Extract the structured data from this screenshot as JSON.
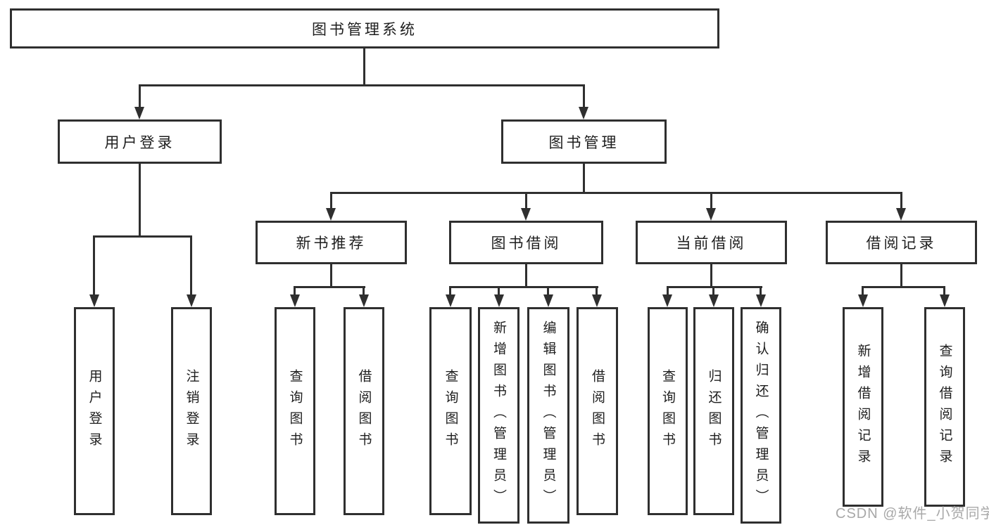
{
  "diagram": {
    "root": {
      "label": "图书管理系统"
    },
    "user_login": {
      "label": "用户登录",
      "children": [
        {
          "label": "用户登录"
        },
        {
          "label": "注销登录"
        }
      ]
    },
    "book_management": {
      "label": "图书管理",
      "sections": [
        {
          "label": "新书推荐",
          "children": [
            {
              "label": "查询图书"
            },
            {
              "label": "借阅图书"
            }
          ]
        },
        {
          "label": "图书借阅",
          "children": [
            {
              "label": "查询图书"
            },
            {
              "label": "新增图书（管理员）"
            },
            {
              "label": "编辑图书（管理员）"
            },
            {
              "label": "借阅图书"
            }
          ]
        },
        {
          "label": "当前借阅",
          "children": [
            {
              "label": "查询图书"
            },
            {
              "label": "归还图书"
            },
            {
              "label": "确认归还（管理员）"
            }
          ]
        },
        {
          "label": "借阅记录",
          "children": [
            {
              "label": "新增借阅记录"
            },
            {
              "label": "查询借阅记录"
            }
          ]
        }
      ]
    }
  },
  "watermark": {
    "text": "CSDN @软件_小贺同学"
  },
  "colors": {
    "line": "#2f2f2f",
    "text": "#1e1e1e",
    "watermark": "#a8a8a8",
    "background": "#ffffff"
  }
}
